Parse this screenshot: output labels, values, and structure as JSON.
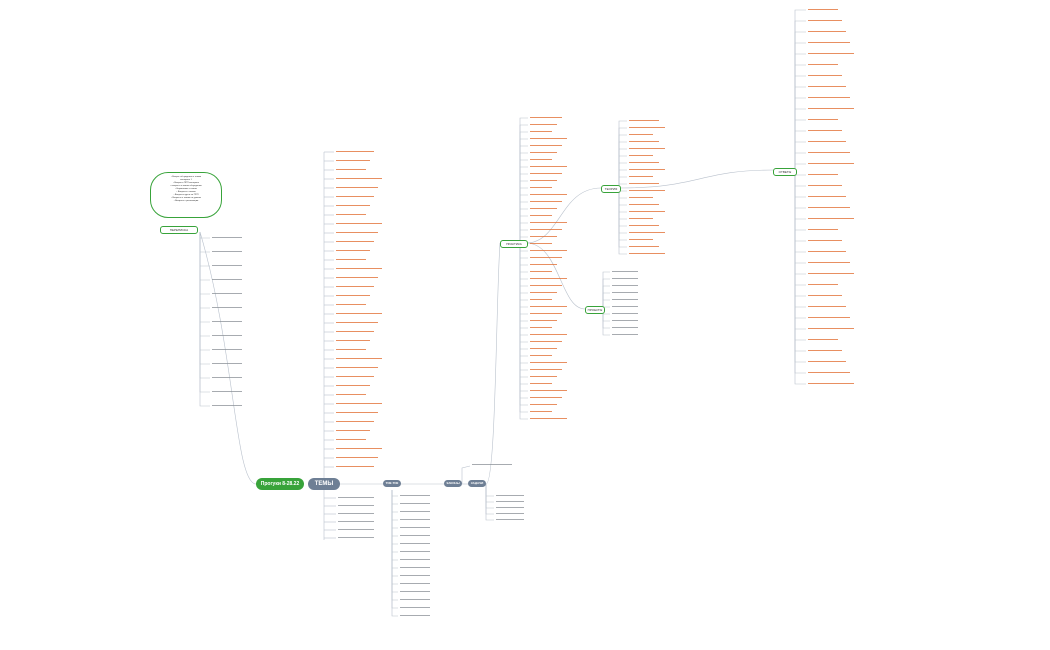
{
  "root": {
    "label": "Прогуки 8-28.22"
  },
  "main": {
    "label": "ТЕМЫ"
  },
  "bubble": {
    "lines": [
      "• Вопрос обсуждения к темам",
      "материал 1",
      "• Вопросы ППП материал",
      "• вопросы к темам обсуждения",
      "• Нормативы к темам",
      "• Вопросы к темам",
      "• Вопросы курса по ППП",
      "• Вопросы к темам по урокам",
      "• Вопросы к реализации"
    ]
  },
  "green_tags": [
    "ПЕРЕПИСКА",
    "ПРАКТИКА",
    "ТЕОРИЯ",
    "ПРОЕКТЫ",
    "ОТВЕТЫ"
  ],
  "pills": {
    "a": "ТИК-ТОК",
    "b": "ЗАКОНЫ",
    "c": "ЗАДАЧИ"
  },
  "colors": {
    "green": "#38a33a",
    "orange": "#e06a2c",
    "slate": "#6e7f95",
    "line": "#b9c1cc"
  }
}
